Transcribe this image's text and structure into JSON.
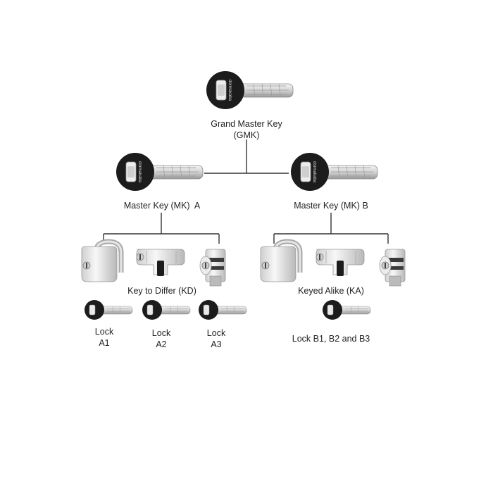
{
  "gmk": {
    "name": "Grand Master Key",
    "abbr": "(GMK)"
  },
  "master_a": {
    "label": "Master Key (MK)  A"
  },
  "master_b": {
    "label": "Master Key (MK) B"
  },
  "group_a": {
    "label": "Key to Differ (KD)"
  },
  "group_b": {
    "label": "Keyed Alike (KA)"
  },
  "locks_a": [
    {
      "line1": "Lock",
      "line2": "A1"
    },
    {
      "line1": "Lock",
      "line2": "A2"
    },
    {
      "line1": "Lock",
      "line2": "A3"
    }
  ],
  "locks_b": {
    "label": "Lock B1, B2 and B3"
  },
  "key_brand": "dormakaba",
  "icons": [
    "key-icon",
    "padlock-icon",
    "euro-cylinder-icon",
    "cam-lock-icon"
  ],
  "colors": {
    "key_head": "#1c1c1c",
    "metal": "#d9d9d9",
    "line": "#333333"
  }
}
